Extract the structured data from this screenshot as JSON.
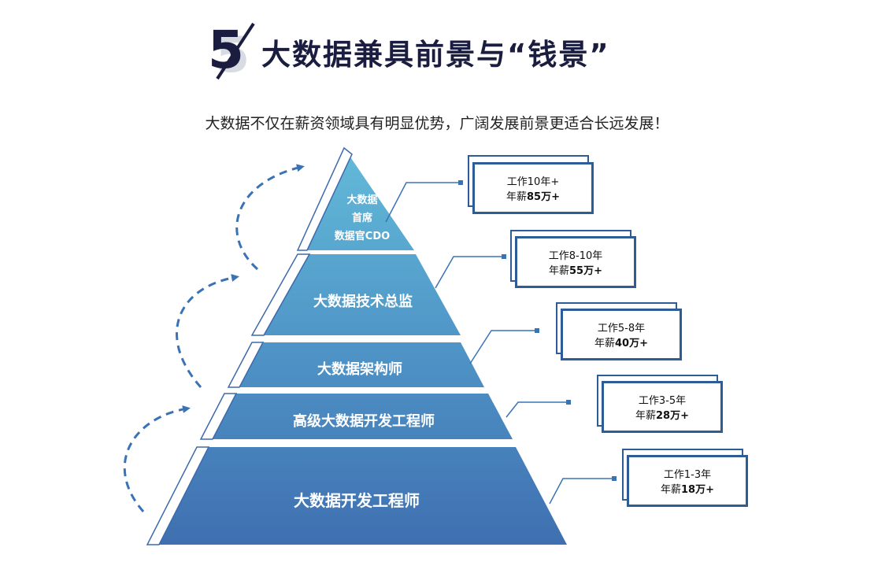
{
  "header": {
    "number": "5",
    "title": "大数据兼具前景与“钱景”",
    "subtitle": "大数据不仅在薪资领域具有明显优势，广阔发展前景更适合长远发展！"
  },
  "pyramid": {
    "tiers": [
      {
        "lines": [
          "大数据",
          "首席",
          "数据官CDO"
        ]
      },
      {
        "lines": [
          "大数据技术总监"
        ]
      },
      {
        "lines": [
          "大数据架构师"
        ]
      },
      {
        "lines": [
          "高级大数据开发工程师"
        ]
      },
      {
        "lines": [
          "大数据开发工程师"
        ]
      }
    ]
  },
  "salary_boxes": [
    {
      "experience": "工作10年+",
      "salary_prefix": "年薪",
      "salary_value": "85万+"
    },
    {
      "experience": "工作8-10年",
      "salary_prefix": "年薪",
      "salary_value": "55万+"
    },
    {
      "experience": "工作5-8年",
      "salary_prefix": "年薪",
      "salary_value": "40万+"
    },
    {
      "experience": "工作3-5年",
      "salary_prefix": "年薪",
      "salary_value": "28万+"
    },
    {
      "experience": "工作1-3年",
      "salary_prefix": "年薪",
      "salary_value": "18万+"
    }
  ],
  "colors": {
    "title": "#1a1d3f",
    "box_border": "#2e5c96",
    "tier_top": "#5fb6d6",
    "tier_bottom": "#3f6fae",
    "arrow": "#3a73b5"
  }
}
